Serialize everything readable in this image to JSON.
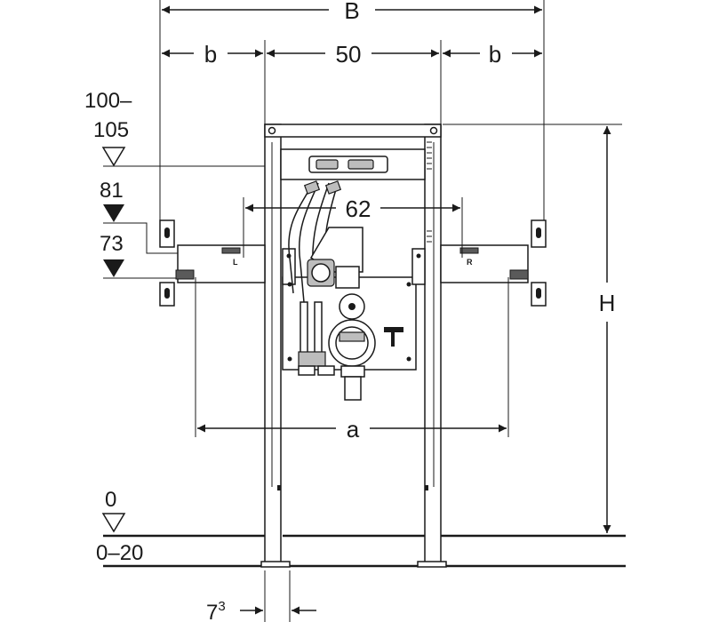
{
  "dimensions": {
    "overall_width": "B",
    "side_width": "b",
    "frame_width": "50",
    "fixing_distance": "62",
    "fixing_span": "a",
    "height": "H",
    "leg_width_base": "7",
    "leg_width_sup": "3"
  },
  "levels": {
    "top": "100–\n105",
    "top_line1": "100–",
    "top_line2": "105",
    "upper_fixing": "81",
    "lower_fixing": "73",
    "floor": "0",
    "floor_range": "0–20"
  },
  "bracket_labels": {
    "left": "L",
    "right": "R"
  }
}
